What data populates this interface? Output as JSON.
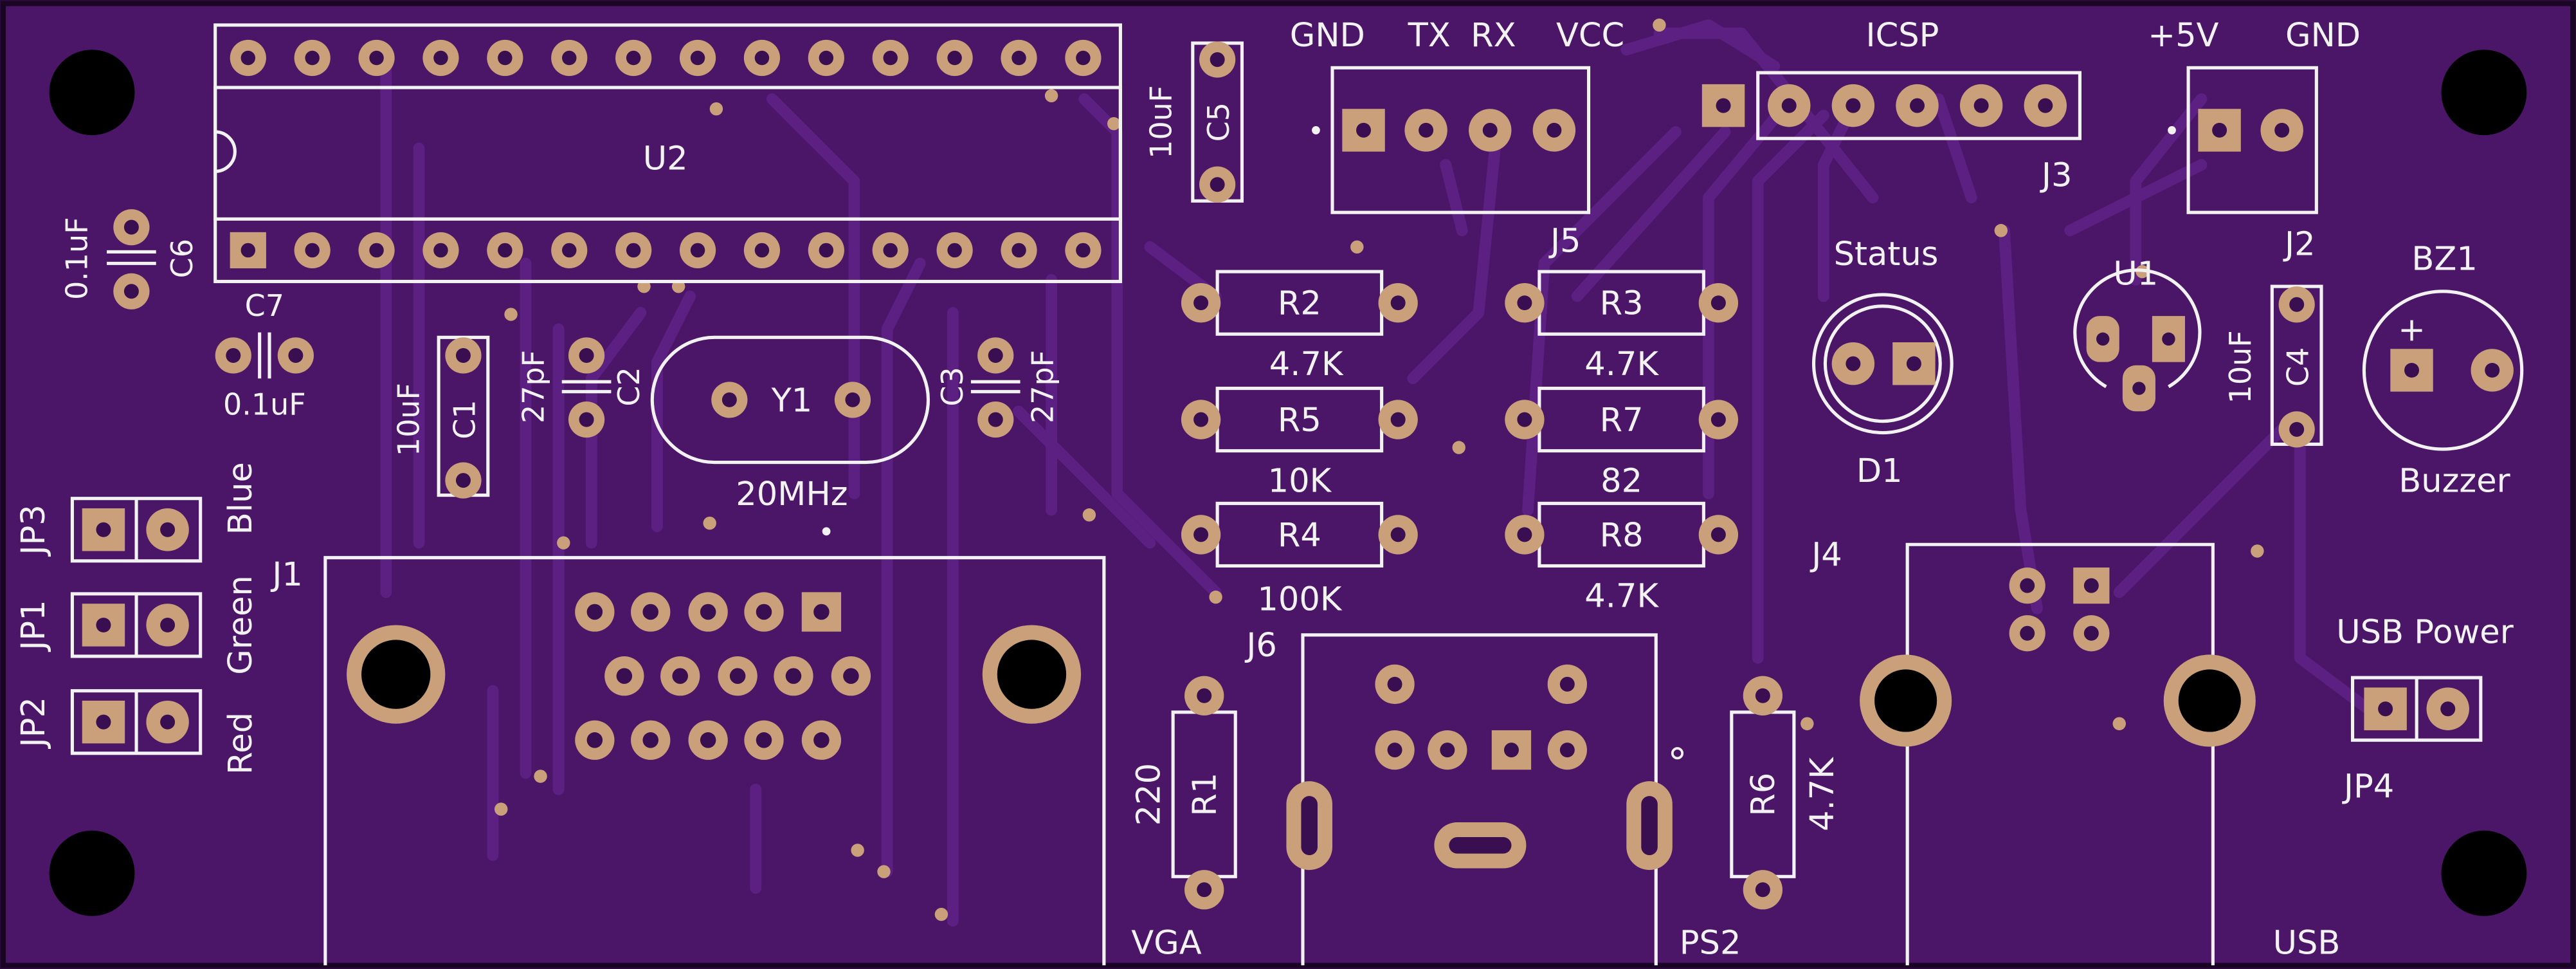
{
  "colors": {
    "board": "#4b1568",
    "trace": "#5a1d7e",
    "silk": "#f2f2f2",
    "copper": "#c9a07a",
    "hole": "#000000"
  },
  "labels": {
    "u2": "U2",
    "c5": "C5",
    "c5_val": "10uF",
    "c6": "C6",
    "c6_val": "0.1uF",
    "c7": "C7",
    "c7_val": "0.1uF",
    "c1": "C1",
    "c1_val": "10uF",
    "c2": "C2",
    "c2_val": "27pF",
    "c3": "C3",
    "c3_val": "27pF",
    "c4": "C4",
    "c4_val": "10uF",
    "y1": "Y1",
    "y1_val": "20MHz",
    "j5_gnd": "GND",
    "j5_tx": "TX",
    "j5_rx": "RX",
    "j5_vcc": "VCC",
    "j5": "J5",
    "icsp": "ICSP",
    "j3": "J3",
    "p5v": "+5V",
    "gnd2": "GND",
    "j2": "J2",
    "r2": "R2",
    "r2_val": "4.7K",
    "r3": "R3",
    "r3_val": "4.7K",
    "r5": "R5",
    "r5_val": "10K",
    "r7": "R7",
    "r7_val": "82",
    "r4": "R4",
    "r4_val": "100K",
    "r8": "R8",
    "r8_val": "4.7K",
    "r1": "R1",
    "r1_val": "220",
    "r6": "R6",
    "r6_val": "4.7K",
    "status": "Status",
    "d1": "D1",
    "u1": "U1",
    "bz1": "BZ1",
    "buzzer": "Buzzer",
    "plus": "+",
    "jp3": "JP3",
    "jp1": "JP1",
    "jp2": "JP2",
    "blue": "Blue",
    "green": "Green",
    "red": "Red",
    "j1": "J1",
    "vga": "VGA",
    "j6": "J6",
    "ps2": "PS2",
    "j4": "J4",
    "usb": "USB",
    "usb_power": "USB Power",
    "jp4": "JP4"
  }
}
